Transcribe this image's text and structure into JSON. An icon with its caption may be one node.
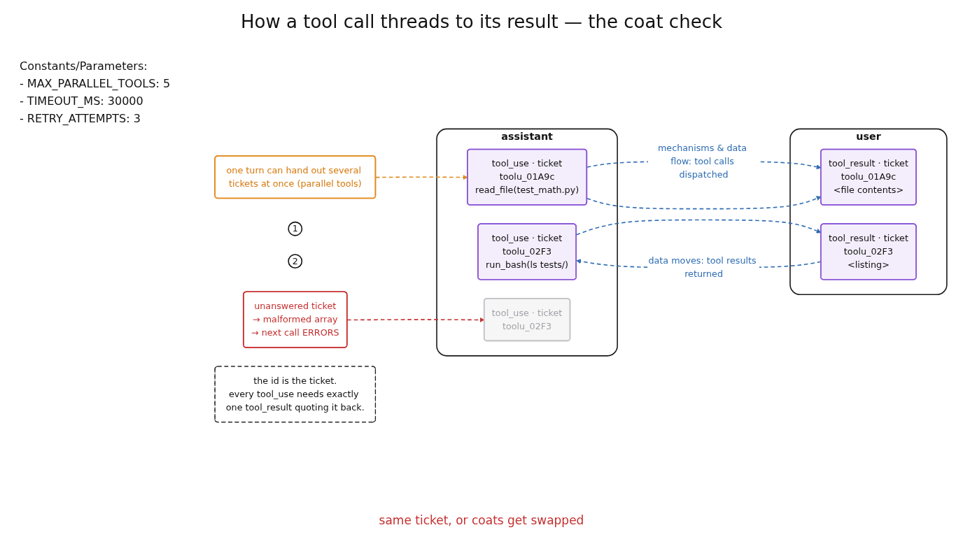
{
  "diagram": {
    "title": "How a tool call threads to its result — the coat check",
    "nodes": [
      {
        "text": [
          "one turn can hand out several tickets at once (parallel tools)"
        ]
      },
      {
        "text": [
          "1"
        ]
      },
      {
        "text": [
          "assistant"
        ]
      },
      {
        "text": [
          "tool_use · ticket",
          "toolu_01A9c",
          "read_file(test_math.py)"
        ],
        "in": 2
      },
      {
        "text": [
          "tool_use · ticket",
          "toolu_02F3",
          "run_bash(ls tests/)"
        ],
        "in": 2
      },
      {
        "text": [
          "tool_use · ticket",
          "toolu_02F3"
        ],
        "in": 2
      },
      {
        "text": [
          "2"
        ]
      },
      {
        "text": [
          "user"
        ]
      },
      {
        "text": [
          "tool_result · ticket",
          "toolu_01A9c",
          "<file contents>"
        ],
        "in": 7
      },
      {
        "text": [
          "tool_result · ticket",
          "toolu_02F3",
          "<listing>"
        ],
        "in": 7
      },
      {
        "text": [
          "unanswered ticket",
          "→ malformed array",
          "→ next call ERRORS"
        ]
      },
      {
        "text": [
          "the id is the ticket.",
          "every tool_use needs exactly one tool_result quoting it back."
        ]
      }
    ],
    "edges": [
      {
        "from": 0,
        "to": 3,
        "arrow": "to",
        "style": "dashed",
        "color": "#e08a1e"
      },
      {
        "from": 3,
        "to": 8,
        "arrow": "to",
        "style": "dashed",
        "label": "mechanisms & data flow: tool calls dispatched"
      },
      {
        "from": 3,
        "to": 8,
        "arrow": "to",
        "style": "dashed"
      },
      {
        "from": 4,
        "to": 9,
        "arrow": "to",
        "style": "dashed"
      },
      {
        "from": 9,
        "to": 4,
        "arrow": "to",
        "style": "dashed",
        "label": "data moves: tool results returned"
      },
      {
        "from": 10,
        "to": 5,
        "arrow": "to",
        "style": "dashed",
        "color": "#c62f2f"
      }
    ],
    "labels": [
      "Constants/Parameters:",
      "- MAX_PARALLEL_TOOLS: 5",
      "- TIMEOUT_MS: 30000",
      "- RETRY_ATTEMPTS: 3",
      "same ticket, or coats get swapped"
    ]
  }
}
